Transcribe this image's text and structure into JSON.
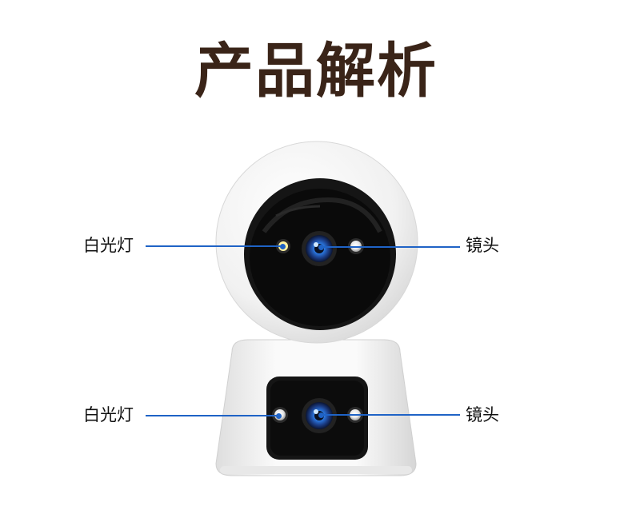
{
  "title": "产品解析",
  "callouts": {
    "top_left": "白光灯",
    "top_right": "镜头",
    "bottom_left": "白光灯",
    "bottom_right": "镜头"
  },
  "colors": {
    "title": "#3a2418",
    "line": "#1f63c6",
    "camera_body": "#f4f4f4",
    "lens_glass": "#111111"
  }
}
